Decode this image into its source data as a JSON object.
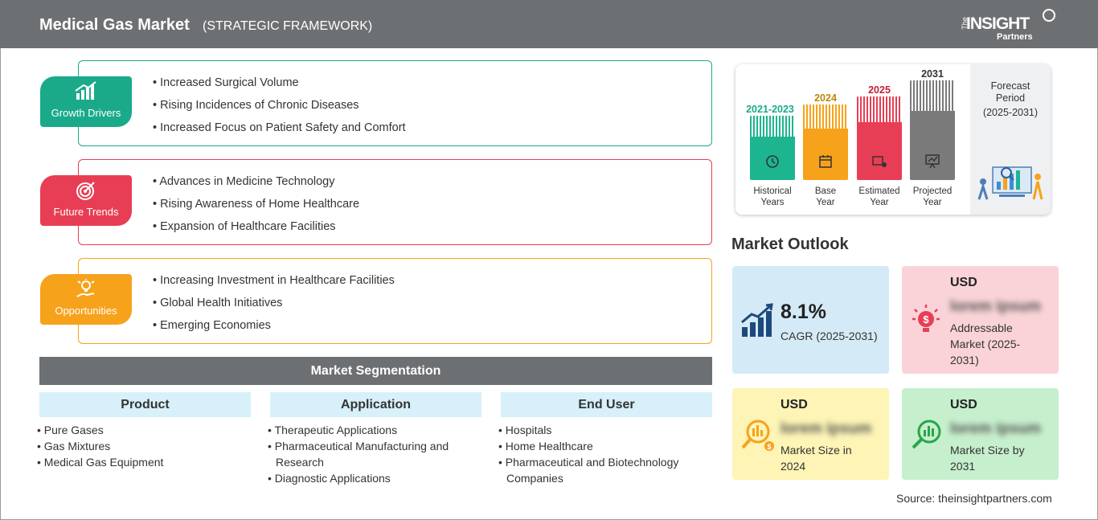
{
  "header": {
    "title": "Medical Gas Market",
    "subtitle": "(STRATEGIC FRAMEWORK)",
    "logo": {
      "the": "The",
      "insight": "INSIGHT",
      "partners": "Partners"
    }
  },
  "framework": [
    {
      "label": "Growth Drivers",
      "icon": "growth-chart-icon",
      "color": "#1aaa8a",
      "items": [
        "Increased Surgical Volume",
        "Rising Incidences of Chronic Diseases",
        "Increased Focus on Patient Safety and Comfort"
      ]
    },
    {
      "label": "Future Trends",
      "icon": "target-icon",
      "color": "#e83e55",
      "items": [
        "Advances in Medicine Technology",
        "Rising Awareness of Home Healthcare",
        "Expansion of Healthcare Facilities"
      ]
    },
    {
      "label": "Opportunities",
      "icon": "lightbulb-hand-icon",
      "color": "#f7a21b",
      "items": [
        "Increasing Investment in Healthcare Facilities",
        "Global Health Initiatives",
        "Emerging Economies"
      ]
    }
  ],
  "segmentation": {
    "title": "Market Segmentation",
    "columns": [
      {
        "head": "Product",
        "items": [
          "Pure Gases",
          "Gas Mixtures",
          "Medical Gas Equipment"
        ]
      },
      {
        "head": "Application",
        "items": [
          "Therapeutic Applications",
          "Pharmaceutical Manufacturing and Research",
          "Diagnostic Applications"
        ]
      },
      {
        "head": "End User",
        "items": [
          "Hospitals",
          "Home Healthcare",
          "Pharmaceutical and Biotechnology Companies"
        ]
      }
    ]
  },
  "timeline": {
    "bars": [
      {
        "year": "2021-2023",
        "label_1": "Historical",
        "label_2": "Years",
        "color": "#1cb58f",
        "icon": "history-clock-icon"
      },
      {
        "year": "2024",
        "label_1": "Base",
        "label_2": "Year",
        "color": "#f7a21b",
        "icon": "calendar-icon"
      },
      {
        "year": "2025",
        "label_1": "Estimated",
        "label_2": "Year",
        "color": "#e83e55",
        "icon": "estimate-icon"
      },
      {
        "year": "2031",
        "label_1": "Projected",
        "label_2": "Year",
        "color": "#7a7a7a",
        "icon": "presentation-board-icon"
      }
    ],
    "forecast": {
      "line_1": "Forecast",
      "line_2": "Period",
      "line_3": "(2025-2031)"
    }
  },
  "outlook": {
    "title": "Market Outlook",
    "cagr": {
      "value": "8.1%",
      "label": "CAGR (2025-2031)",
      "bg": "#d5eaf7",
      "icon": "rising-bars-icon"
    },
    "addressable": {
      "usd": "USD",
      "value": "lorem ipsum",
      "line_1": "Addressable",
      "line_2": "Market (2025-",
      "line_3": "2031)",
      "bg": "#f9d3d8",
      "icon": "dollar-bulb-icon"
    },
    "size_2024": {
      "usd": "USD",
      "value": "lorem ipsum",
      "line_1": "Market Size in",
      "line_2": "2024",
      "bg": "#fdf4b6",
      "icon": "coin-magnifier-icon"
    },
    "size_2031": {
      "usd": "USD",
      "value": "lorem ipsum",
      "line_1": "Market Size by",
      "line_2": "2031",
      "bg": "#c6efcd",
      "icon": "chart-magnifier-icon"
    }
  },
  "source": "Source: theinsightpartners.com"
}
